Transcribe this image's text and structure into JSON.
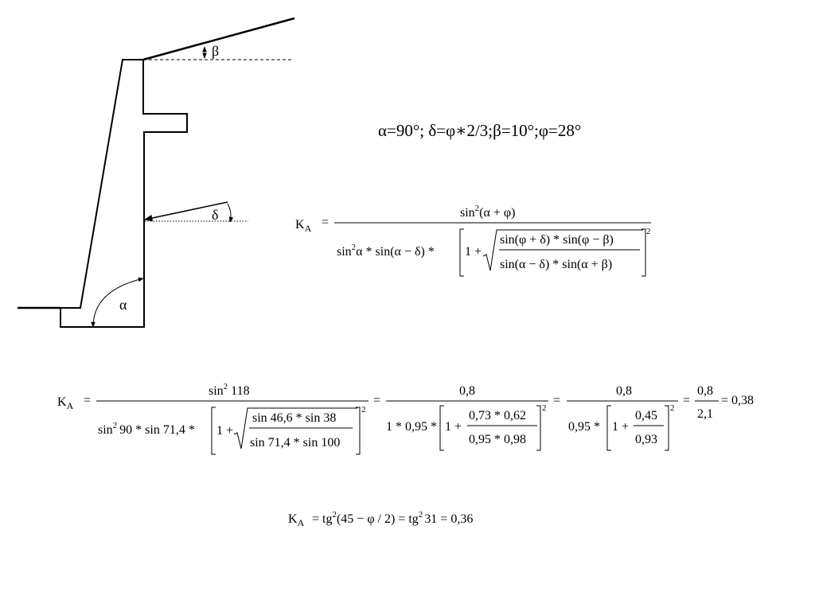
{
  "diagram": {
    "labels": {
      "beta": "β",
      "delta": "δ",
      "alpha": "α"
    }
  },
  "params": {
    "text": "α=90°; δ=φ∗2/3;β=10°;φ=28°"
  },
  "formula_general": {
    "lhs": "K",
    "lhs_sub": "A",
    "eq": "=",
    "num_fn": "sin",
    "num_pow": "2",
    "num_arg": "(α + φ)",
    "den_lead": "sin",
    "den_pow": "2",
    "den_lead_tail": "α * sin(α − δ) *",
    "one_plus": "1 +",
    "inner_num": "sin(φ + δ) * sin(φ − β)",
    "inner_den": "sin(α − δ) * sin(α + β)",
    "outer_pow": "2"
  },
  "formula_numeric": {
    "lhs": "K",
    "lhs_sub": "A",
    "eq": "=",
    "t1": {
      "num_fn": "sin",
      "num_pow": "2",
      "num_val": "118",
      "den_fn": "sin",
      "den_pow": "2",
      "den_tail": "90 * sin 71,4 *",
      "one_plus": "1 +",
      "inner_num": "sin 46,6 * sin 38",
      "inner_den": "sin 71,4 * sin 100",
      "outer_pow": "2"
    },
    "t2": {
      "num": "0,8",
      "den_lead": "1 * 0,95 *",
      "one_plus": "1 +",
      "inner_num": "0,73 * 0,62",
      "inner_den": "0,95 * 0,98",
      "outer_pow": "2"
    },
    "t3": {
      "num": "0,8",
      "den_lead": "0,95 *",
      "one_plus": "1 +",
      "inner_num": "0,45",
      "inner_den": "0,93",
      "outer_pow": "2"
    },
    "t4": {
      "num": "0,8",
      "den": "2,1"
    },
    "result": "= 0,38"
  },
  "formula_rankine": {
    "lhs": "K",
    "lhs_sub": "A",
    "rhs": "= tg",
    "pow1": "2",
    "mid": "(45 − φ / 2) = tg",
    "pow2": "2",
    "tail": "31 = 0,36"
  }
}
